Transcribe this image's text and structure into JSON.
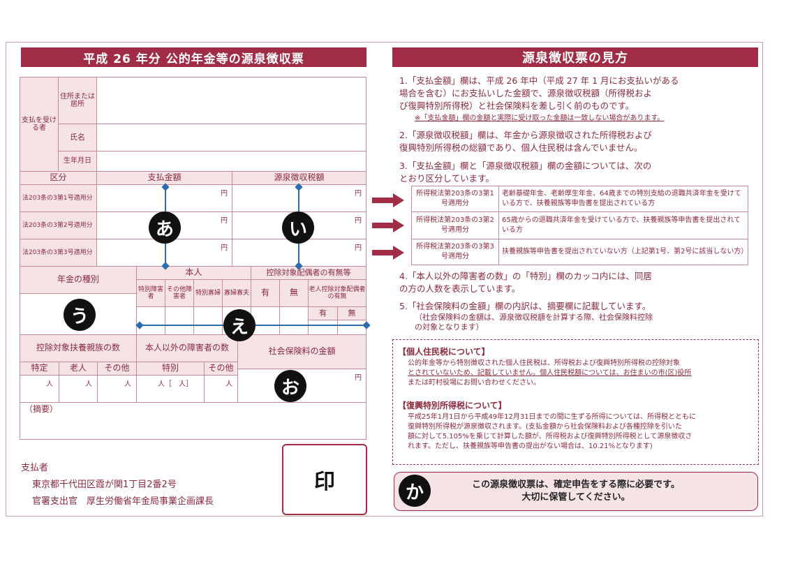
{
  "left": {
    "title": "平成 26 年分 公的年金等の源泉徴収票",
    "recipient_label": "支払を受ける者",
    "address_label": "住所または居所",
    "name_label": "氏名",
    "birth_label": "生年月日",
    "header_kubun": "区分",
    "header_payment": "支払金額",
    "header_withholding": "源泉徴収税額",
    "rows": [
      "法203条の3第1号適用分",
      "法203条の3第2号適用分",
      "法203条の3第3号適用分"
    ],
    "yen": "円",
    "pension_type": "年金の種別",
    "honnin": "本人",
    "tokubetsu_shougai": "特別障害者",
    "sonota_shougai": "その他障害者",
    "tokubetsu_kafu": "特別寡婦",
    "kafu_kafu": "寡婦寡夫",
    "spouse_header": "控除対象配偶者の有無等",
    "ari": "有",
    "nashi": "無",
    "elderly_spouse": "老人控除対象配偶者の有無",
    "dependents": "控除対象扶養親族の数",
    "disabled_others": "本人以外の障害者の数",
    "social_insurance": "社会保険料の金額",
    "tokutei": "特定",
    "roujin": "老人",
    "sonota": "その他",
    "tokubetsu": "特別",
    "person": "人",
    "person_bracket": "人［　人］",
    "summary": "（摘要）",
    "payer_label": "支払者",
    "payer_address": "東京都千代田区霞が関1丁目2番2号",
    "payer_name": "官署支出官　厚生労働省年金局事業企画課長",
    "seal": "印"
  },
  "markers": {
    "a": "あ",
    "i": "い",
    "u": "う",
    "e": "え",
    "o": "お",
    "ka": "か"
  },
  "right": {
    "title": "源泉徴収票の見方",
    "item1": [
      "1.「支払金額」欄は、平成 26 年中（平成 27 年 1 月にお支払いがある",
      "場合を含む）にお支払いした金額で、源泉徴収税額（所得税およ",
      "び復興特別所得税）と社会保険料を差し引く前のものです。"
    ],
    "item1_note": "※「支払金額」欄の金額と実際に受け取った金額は一致しない場合があります。",
    "item2": [
      "2.「源泉徴収税額」欄は、年金から源泉徴収された所得税および",
      "復興特別所得税の総額であり、個人住民税は含んでいません。"
    ],
    "item3": [
      "3.「支払金額」欄と「源泉徴収税額」欄の金額については、次の",
      "とおり区分しています。"
    ],
    "table": [
      {
        "label": "所得税法第203条の3第1号適用分",
        "desc": "老齢基礎年金、老齢厚生年金、64歳までの特別支給の退職共済年金を受けている方で、扶養親族等申告書を提出されている方"
      },
      {
        "label": "所得税法第203条の3第2号適用分",
        "desc": "65歳からの退職共済年金を受けている方で、扶養親族等申告書を提出されている方"
      },
      {
        "label": "所得税法第203条の3第3号適用分",
        "desc": "扶養親族等申告書を提出されていない方（上記第1号、第2号に該当しない方）"
      }
    ],
    "item4": [
      "4.「本人以外の障害者の数」の「特別」欄のカッコ内には、同居",
      "の方の人数を表示しています。"
    ],
    "item5": [
      "5.「社会保険料の金額」欄の内訳は、摘要欄に記載しています。"
    ],
    "item5_note": [
      "（社会保険料の金額は、源泉徴収税額を計算する際、社会保険料控除",
      "の対象となります）"
    ],
    "box_title1": "【個人住民税について】",
    "box_text1": [
      "公的年金等から特別徴収された個人住民税は、所得税および復興特別所得税の控除対象",
      "とされていないため、記載していません。個人住民税額については、お住まいの市(区)役所",
      "または町村役場にお問い合わせください。"
    ],
    "box_title2": "【復興特別所得税について】",
    "box_text2": [
      "平成25年1月1日から平成49年12月31日までの間に生ずる所得については、所得税とともに",
      "復興特別所得税が源泉徴収されます。(支払金額から社会保険料および各種控除を引いた",
      "額に対して5.105%を乗じて計算した額が、所得税および復興特別所得税として源泉徴収さ",
      "れます。ただし、扶養親族等申告書の提出がない場合は、10.21%となります)"
    ],
    "footer": [
      "この源泉徴収票は、確定申告をする際に必要です。",
      "大切に保管してください。"
    ]
  },
  "colors": {
    "accent": "#a02c45",
    "text": "#8b2a3c",
    "line": "#2b6cb0",
    "shade": "#f5e3e6"
  }
}
